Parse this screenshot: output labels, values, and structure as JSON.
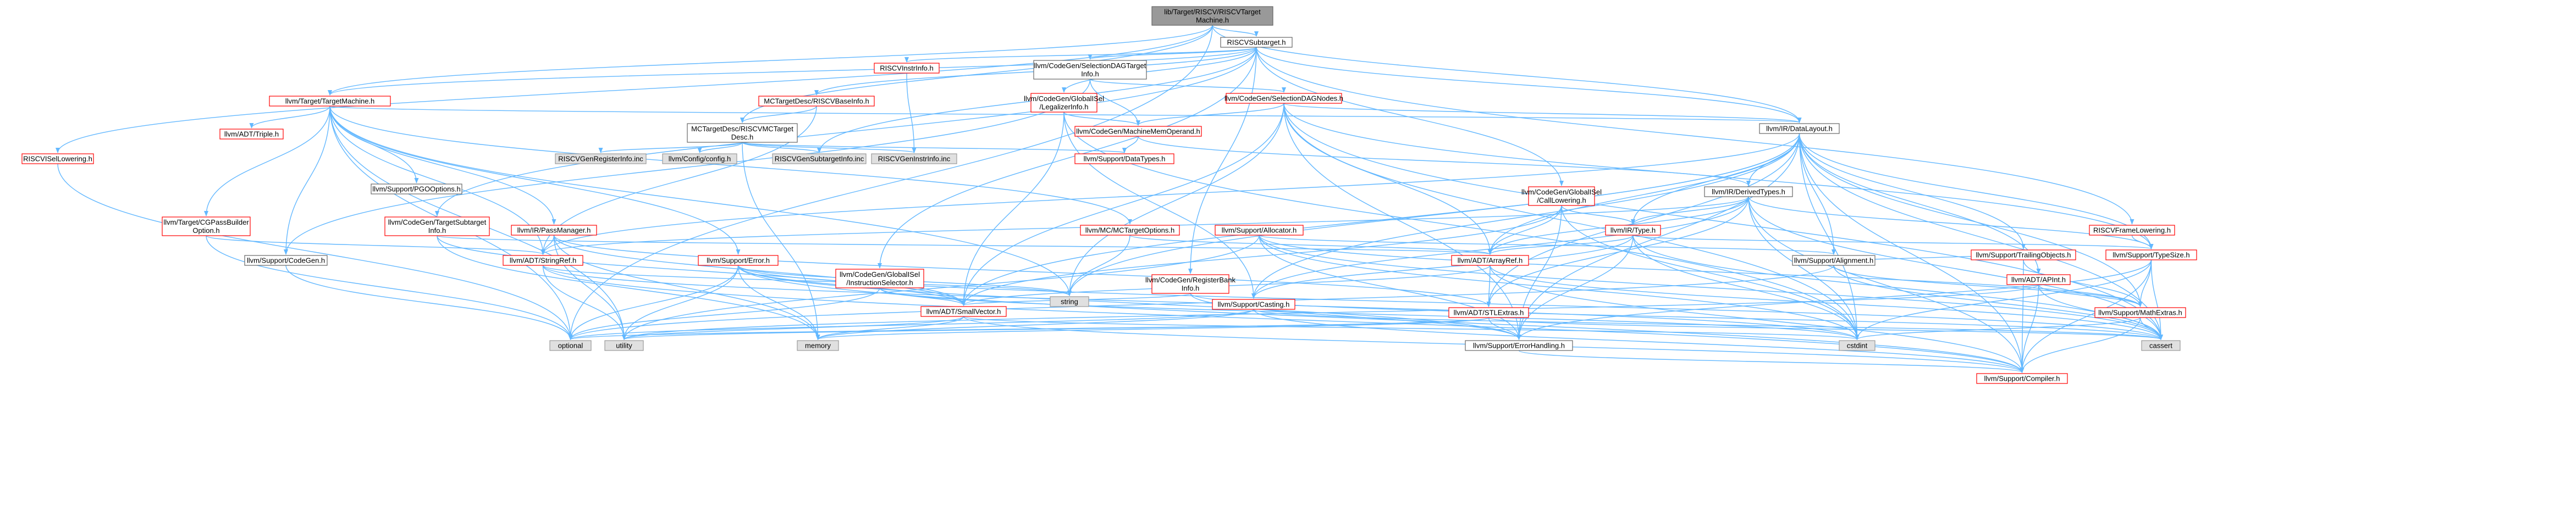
{
  "colors": {
    "focus_fill": "#999999",
    "red_text": "#ff0000",
    "red_border": "#ff0000",
    "gray_fill": "#e0e0e0",
    "gray_border": "#999999",
    "white_fill": "#ffffff",
    "black_text": "#000000",
    "edge": "#63b8ff"
  },
  "nodes": {
    "root": {
      "lines": [
        "lib/Target/RISCV/RISCVTarget",
        "Machine.h"
      ],
      "kind": "focus"
    },
    "subtarget": {
      "lines": [
        "RISCVSubtarget.h"
      ],
      "kind": "plain"
    },
    "instrinfo": {
      "lines": [
        "RISCVInstrInfo.h"
      ],
      "kind": "red"
    },
    "seldag_info": {
      "lines": [
        "llvm/CodeGen/SelectionDAGTarget",
        "Info.h"
      ],
      "kind": "plain"
    },
    "seldag_nodes": {
      "lines": [
        "llvm/CodeGen/SelectionDAGNodes.h"
      ],
      "kind": "red"
    },
    "globalisel_legal": {
      "lines": [
        "llvm/CodeGen/GlobalISel",
        "/LegalizerInfo.h"
      ],
      "kind": "red"
    },
    "riscv_baseinfo": {
      "lines": [
        "MCTargetDesc/RISCVBaseInfo.h"
      ],
      "kind": "red"
    },
    "target_machine": {
      "lines": [
        "llvm/Target/TargetMachine.h"
      ],
      "kind": "red"
    },
    "mc_target_desc": {
      "lines": [
        "MCTargetDesc/RISCVMCTarget",
        "Desc.h"
      ],
      "kind": "plain"
    },
    "mach_mem_operand": {
      "lines": [
        "llvm/CodeGen/MachineMemOperand.h"
      ],
      "kind": "red"
    },
    "data_layout": {
      "lines": [
        "llvm/IR/DataLayout.h"
      ],
      "kind": "plain"
    },
    "riscv_isel_lowering": {
      "lines": [
        "RISCVISelLowering.h"
      ],
      "kind": "red"
    },
    "triple": {
      "lines": [
        "llvm/ADT/Triple.h"
      ],
      "kind": "red"
    },
    "riscv_gen_register": {
      "lines": [
        "RISCVGenRegisterInfo.inc"
      ],
      "kind": "gray"
    },
    "config": {
      "lines": [
        "llvm/Config/config.h"
      ],
      "kind": "gray"
    },
    "riscv_gen_subtarget": {
      "lines": [
        "RISCVGenSubtargetInfo.inc"
      ],
      "kind": "gray"
    },
    "riscv_gen_instr": {
      "lines": [
        "RISCVGenInstrInfo.inc"
      ],
      "kind": "gray"
    },
    "data_types": {
      "lines": [
        "llvm/Support/DataTypes.h"
      ],
      "kind": "red"
    },
    "globalisel_call": {
      "lines": [
        "llvm/CodeGen/GlobalISel",
        "/CallLowering.h"
      ],
      "kind": "red"
    },
    "derived_types": {
      "lines": [
        "llvm/IR/DerivedTypes.h"
      ],
      "kind": "plain"
    },
    "pgo_options": {
      "lines": [
        "llvm/Support/PGOOptions.h"
      ],
      "kind": "plain"
    },
    "cg_pass_builder": {
      "lines": [
        "llvm/Target/CGPassBuilder",
        "Option.h"
      ],
      "kind": "red"
    },
    "target_subtarget": {
      "lines": [
        "llvm/CodeGen/TargetSubtarget",
        "Info.h"
      ],
      "kind": "red"
    },
    "pass_manager": {
      "lines": [
        "llvm/IR/PassManager.h"
      ],
      "kind": "red"
    },
    "ir_type": {
      "lines": [
        "llvm/IR/Type.h"
      ],
      "kind": "red"
    },
    "mc_target_options": {
      "lines": [
        "llvm/MC/MCTargetOptions.h"
      ],
      "kind": "red"
    },
    "allocator": {
      "lines": [
        "llvm/Support/Allocator.h"
      ],
      "kind": "red"
    },
    "riscv_frame_lowering": {
      "lines": [
        "RISCVFrameLowering.h"
      ],
      "kind": "red"
    },
    "trailing_objects": {
      "lines": [
        "llvm/Support/TrailingObjects.h"
      ],
      "kind": "red"
    },
    "type_size": {
      "lines": [
        "llvm/Support/TypeSize.h"
      ],
      "kind": "red"
    },
    "codegen": {
      "lines": [
        "llvm/Support/CodeGen.h"
      ],
      "kind": "plain"
    },
    "string_ref": {
      "lines": [
        "llvm/ADT/StringRef.h"
      ],
      "kind": "red"
    },
    "support_error": {
      "lines": [
        "llvm/Support/Error.h"
      ],
      "kind": "red"
    },
    "globalisel_isel": {
      "lines": [
        "llvm/CodeGen/GlobalISel",
        "/InstructionSelector.h"
      ],
      "kind": "red"
    },
    "register_bank": {
      "lines": [
        "llvm/CodeGen/RegisterBank",
        "Info.h"
      ],
      "kind": "red"
    },
    "array_ref": {
      "lines": [
        "llvm/ADT/ArrayRef.h"
      ],
      "kind": "red"
    },
    "alignment": {
      "lines": [
        "llvm/Support/Alignment.h"
      ],
      "kind": "plain"
    },
    "apint": {
      "lines": [
        "llvm/ADT/APInt.h"
      ],
      "kind": "red"
    },
    "string": {
      "lines": [
        "string"
      ],
      "kind": "gray"
    },
    "small_vector": {
      "lines": [
        "llvm/ADT/SmallVector.h"
      ],
      "kind": "red"
    },
    "casting": {
      "lines": [
        "llvm/Support/Casting.h"
      ],
      "kind": "red"
    },
    "stl_extras": {
      "lines": [
        "llvm/ADT/STLExtras.h"
      ],
      "kind": "red"
    },
    "math_extras": {
      "lines": [
        "llvm/Support/MathExtras.h"
      ],
      "kind": "red"
    },
    "optional": {
      "lines": [
        "optional"
      ],
      "kind": "gray"
    },
    "utility": {
      "lines": [
        "utility"
      ],
      "kind": "gray"
    },
    "memory": {
      "lines": [
        "memory"
      ],
      "kind": "gray"
    },
    "cstdint": {
      "lines": [
        "cstdint"
      ],
      "kind": "gray"
    },
    "cassert": {
      "lines": [
        "cassert"
      ],
      "kind": "gray"
    },
    "error_handling": {
      "lines": [
        "llvm/Support/ErrorHandling.h"
      ],
      "kind": "plain"
    },
    "compiler": {
      "lines": [
        "llvm/Support/Compiler.h"
      ],
      "kind": "red"
    }
  },
  "edges": [
    [
      "root",
      "subtarget"
    ],
    [
      "root",
      "target_machine"
    ],
    [
      "root",
      "mc_target_desc"
    ],
    [
      "root",
      "data_layout"
    ],
    [
      "root",
      "riscv_isel_lowering"
    ],
    [
      "root",
      "optional"
    ],
    [
      "subtarget",
      "instrinfo"
    ],
    [
      "subtarget",
      "seldag_info"
    ],
    [
      "subtarget",
      "globalisel_legal"
    ],
    [
      "subtarget",
      "riscv_baseinfo"
    ],
    [
      "subtarget",
      "target_machine"
    ],
    [
      "subtarget",
      "data_layout"
    ],
    [
      "subtarget",
      "riscv_gen_subtarget"
    ],
    [
      "subtarget",
      "globalisel_call"
    ],
    [
      "subtarget",
      "riscv_frame_lowering"
    ],
    [
      "subtarget",
      "target_subtarget"
    ],
    [
      "subtarget",
      "globalisel_isel"
    ],
    [
      "subtarget",
      "register_bank"
    ],
    [
      "instrinfo",
      "riscv_gen_instr"
    ],
    [
      "seldag_info",
      "seldag_nodes"
    ],
    [
      "seldag_info",
      "mach_mem_operand"
    ],
    [
      "seldag_info",
      "codegen"
    ],
    [
      "seldag_nodes",
      "mach_mem_operand"
    ],
    [
      "seldag_nodes",
      "data_layout"
    ],
    [
      "seldag_nodes",
      "array_ref"
    ],
    [
      "seldag_nodes",
      "small_vector"
    ],
    [
      "seldag_nodes",
      "type_size"
    ],
    [
      "seldag_nodes",
      "cassert"
    ],
    [
      "seldag_nodes",
      "cstdint"
    ],
    [
      "seldag_nodes",
      "string"
    ],
    [
      "seldag_nodes",
      "error_handling"
    ],
    [
      "globalisel_legal",
      "mach_mem_operand"
    ],
    [
      "globalisel_legal",
      "small_vector"
    ],
    [
      "globalisel_legal",
      "casting"
    ],
    [
      "globalisel_legal",
      "cstdint"
    ],
    [
      "riscv_baseinfo",
      "mc_target_desc"
    ],
    [
      "riscv_baseinfo",
      "string_ref"
    ],
    [
      "target_machine",
      "triple"
    ],
    [
      "target_machine",
      "data_layout"
    ],
    [
      "target_machine",
      "pgo_options"
    ],
    [
      "target_machine",
      "cg_pass_builder"
    ],
    [
      "target_machine",
      "pass_manager"
    ],
    [
      "target_machine",
      "mc_target_options"
    ],
    [
      "target_machine",
      "codegen"
    ],
    [
      "target_machine",
      "support_error"
    ],
    [
      "target_machine",
      "string_ref"
    ],
    [
      "target_machine",
      "optional"
    ],
    [
      "target_machine",
      "utility"
    ],
    [
      "target_machine",
      "string"
    ],
    [
      "mc_target_desc",
      "riscv_gen_register"
    ],
    [
      "mc_target_desc",
      "config"
    ],
    [
      "mc_target_desc",
      "riscv_gen_subtarget"
    ],
    [
      "mc_target_desc",
      "riscv_gen_instr"
    ],
    [
      "mc_target_desc",
      "data_types"
    ],
    [
      "mc_target_desc",
      "memory"
    ],
    [
      "mach_mem_operand",
      "data_types"
    ],
    [
      "mach_mem_operand",
      "derived_types"
    ],
    [
      "data_layout",
      "derived_types"
    ],
    [
      "data_layout",
      "ir_type"
    ],
    [
      "data_layout",
      "type_size"
    ],
    [
      "data_layout",
      "alignment"
    ],
    [
      "data_layout",
      "trailing_objects"
    ],
    [
      "data_layout",
      "array_ref"
    ],
    [
      "data_layout",
      "string_ref"
    ],
    [
      "data_layout",
      "small_vector"
    ],
    [
      "data_layout",
      "apint"
    ],
    [
      "data_layout",
      "stl_extras"
    ],
    [
      "data_layout",
      "math_extras"
    ],
    [
      "data_layout",
      "error_handling"
    ],
    [
      "data_layout",
      "casting"
    ],
    [
      "data_layout",
      "cassert"
    ],
    [
      "data_layout",
      "cstdint"
    ],
    [
      "data_layout",
      "string"
    ],
    [
      "data_layout",
      "compiler"
    ],
    [
      "riscv_isel_lowering",
      "optional"
    ],
    [
      "globalisel_call",
      "ir_type"
    ],
    [
      "globalisel_call",
      "array_ref"
    ],
    [
      "globalisel_call",
      "small_vector"
    ],
    [
      "globalisel_call",
      "error_handling"
    ],
    [
      "globalisel_call",
      "cstdint"
    ],
    [
      "derived_types",
      "ir_type"
    ],
    [
      "derived_types",
      "type_size"
    ],
    [
      "derived_types",
      "array_ref"
    ],
    [
      "derived_types",
      "string_ref"
    ],
    [
      "derived_types",
      "stl_extras"
    ],
    [
      "derived_types",
      "casting"
    ],
    [
      "derived_types",
      "cassert"
    ],
    [
      "derived_types",
      "cstdint"
    ],
    [
      "derived_types",
      "compiler"
    ],
    [
      "cg_pass_builder",
      "string_ref"
    ],
    [
      "cg_pass_builder",
      "optional"
    ],
    [
      "target_subtarget",
      "array_ref"
    ],
    [
      "target_subtarget",
      "small_vector"
    ],
    [
      "target_subtarget",
      "memory"
    ],
    [
      "target_subtarget",
      "vector"
    ],
    [
      "pass_manager",
      "string_ref"
    ],
    [
      "pass_manager",
      "small_vector"
    ],
    [
      "pass_manager",
      "stl_extras"
    ],
    [
      "pass_manager",
      "memory"
    ],
    [
      "pass_manager",
      "utility"
    ],
    [
      "ir_type",
      "array_ref"
    ],
    [
      "ir_type",
      "type_size"
    ],
    [
      "ir_type",
      "casting"
    ],
    [
      "ir_type",
      "error_handling"
    ],
    [
      "ir_type",
      "cassert"
    ],
    [
      "ir_type",
      "cstdint"
    ],
    [
      "mc_target_options",
      "array_ref"
    ],
    [
      "mc_target_options",
      "string"
    ],
    [
      "allocator",
      "math_extras"
    ],
    [
      "allocator",
      "alignment"
    ],
    [
      "allocator",
      "error_handling"
    ],
    [
      "allocator",
      "cassert"
    ],
    [
      "allocator",
      "cstdint"
    ],
    [
      "allocator",
      "utility"
    ],
    [
      "riscv_frame_lowering",
      "type_size"
    ],
    [
      "trailing_objects",
      "alignment"
    ],
    [
      "trailing_objects",
      "math_extras"
    ],
    [
      "trailing_objects",
      "compiler"
    ],
    [
      "type_size",
      "math_extras"
    ],
    [
      "type_size",
      "error_handling"
    ],
    [
      "type_size",
      "cassert"
    ],
    [
      "type_size",
      "cstdint"
    ],
    [
      "type_size",
      "compiler"
    ],
    [
      "codegen",
      "optional"
    ],
    [
      "string_ref",
      "string"
    ],
    [
      "string_ref",
      "cstdint"
    ],
    [
      "string_ref",
      "utility"
    ],
    [
      "string_ref",
      "compiler"
    ],
    [
      "support_error",
      "small_vector"
    ],
    [
      "support_error",
      "error_handling"
    ],
    [
      "support_error",
      "memory"
    ],
    [
      "support_error",
      "optional"
    ],
    [
      "support_error",
      "string"
    ],
    [
      "support_error",
      "utility"
    ],
    [
      "support_error",
      "cassert"
    ],
    [
      "support_error",
      "compiler"
    ],
    [
      "globalisel_isel",
      "small_vector"
    ],
    [
      "globalisel_isel",
      "optional"
    ],
    [
      "globalisel_isel",
      "cstdint"
    ],
    [
      "register_bank",
      "small_vector"
    ],
    [
      "register_bank",
      "error_handling"
    ],
    [
      "register_bank",
      "cassert"
    ],
    [
      "array_ref",
      "small_vector"
    ],
    [
      "array_ref",
      "stl_extras"
    ],
    [
      "array_ref",
      "compiler"
    ],
    [
      "array_ref",
      "cassert"
    ],
    [
      "alignment",
      "math_extras"
    ],
    [
      "alignment",
      "cassert"
    ],
    [
      "alignment",
      "optional"
    ],
    [
      "apint",
      "math_extras"
    ],
    [
      "apint",
      "cassert"
    ],
    [
      "apint",
      "utility"
    ],
    [
      "apint",
      "compiler"
    ],
    [
      "small_vector",
      "compiler"
    ],
    [
      "small_vector",
      "memory"
    ],
    [
      "small_vector",
      "cstdint"
    ],
    [
      "small_vector",
      "utility"
    ],
    [
      "casting",
      "compiler"
    ],
    [
      "casting",
      "cassert"
    ],
    [
      "casting",
      "memory"
    ],
    [
      "casting",
      "optional"
    ],
    [
      "stl_extras",
      "error_handling"
    ],
    [
      "stl_extras",
      "optional"
    ],
    [
      "stl_extras",
      "utility"
    ],
    [
      "stl_extras",
      "memory"
    ],
    [
      "stl_extras",
      "cassert"
    ],
    [
      "math_extras",
      "compiler"
    ],
    [
      "math_extras",
      "cassert"
    ],
    [
      "math_extras",
      "cstdint"
    ],
    [
      "error_handling",
      "compiler"
    ]
  ]
}
